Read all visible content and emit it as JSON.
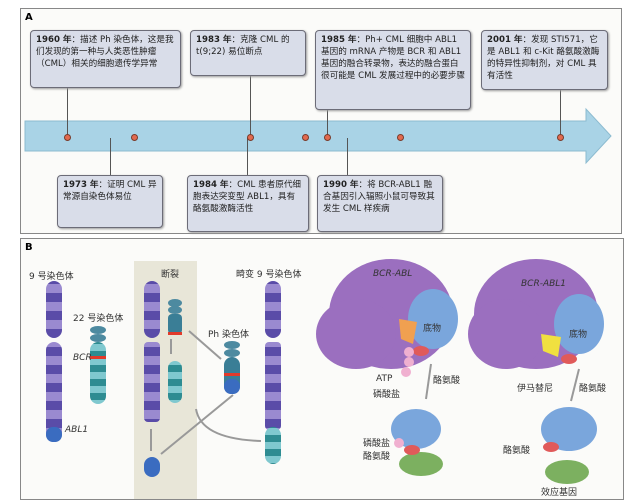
{
  "panel_a": {
    "label": "A",
    "events": [
      {
        "year": "1960 年",
        "text": "：描述 Ph 染色体，这是我们发现的第一种与人类恶性肿瘤（CML）相关的细胞遗传学异常"
      },
      {
        "year": "1973 年",
        "text": "：证明 CML 异常源自染色体易位"
      },
      {
        "year": "1983 年",
        "text": "：克隆 CML 的 t(9;22) 易位断点"
      },
      {
        "year": "1984 年",
        "text": "：CML 患者原代细胞表达突变型 ABL1，具有酪氨酸激酶活性"
      },
      {
        "year": "1985 年",
        "text": "：Ph+ CML 细胞中 ABL1 基因的 mRNA 产物是 BCR 和 ABL1 基因的融合转录物，表达的融合蛋白很可能是 CML 发展过程中的必要步骤"
      },
      {
        "year": "1990 年",
        "text": "：将 BCR-ABL1 融合基因引入辐照小鼠可导致其发生 CML 样疾病"
      },
      {
        "year": "2001 年",
        "text": "：发现 STI571，它是 ABL1 和 c-Kit 酪氨酸激酶的特异性抑制剂，对 CML 具有活性"
      }
    ]
  },
  "panel_b": {
    "label": "B",
    "chr9": "9 号染色体",
    "chr22": "22 号染色体",
    "bcr": "BCR",
    "abl1": "ABL1",
    "break": "断裂",
    "ph": "Ph 染色体",
    "der9": "畸变 9 号染色体",
    "left_protein": {
      "name": "BCR-ABL",
      "substrate": "底物",
      "atp": "ATP",
      "phosphate": "磷酸盐",
      "tyrosine": "酪氨酸",
      "phosphate2": "磷酸盐",
      "tyrosine2": "酪氨酸"
    },
    "right_protein": {
      "name": "BCR-ABL1",
      "substrate": "底物",
      "drug": "伊马替尼",
      "tyrosine": "酪氨酸",
      "tyrosine2": "酪氨酸",
      "effector": "效应基因"
    }
  },
  "colors": {
    "arrow": "#a9d3e6",
    "dot": "#e26a4f",
    "box": "#d9dde9",
    "purple": "#9b6fbf",
    "blue": "#7aa6dc"
  }
}
